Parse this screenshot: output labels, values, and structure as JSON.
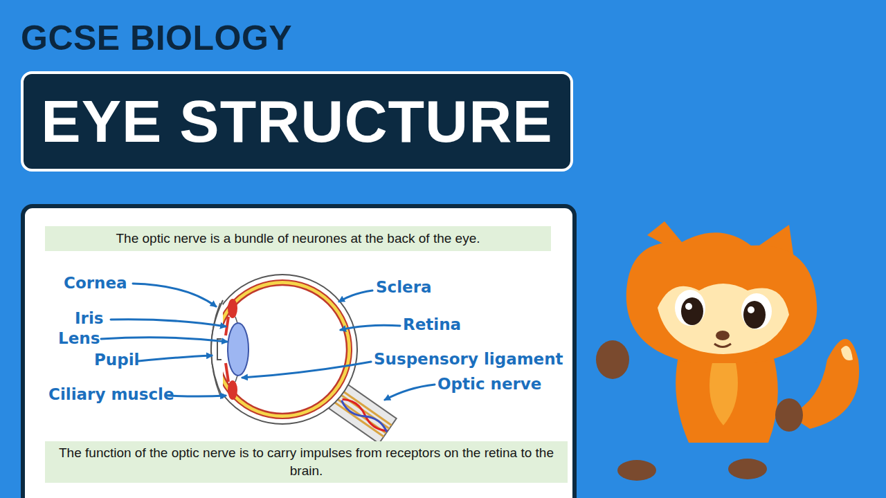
{
  "diagram": {
    "title": "GCSE BIOLOGY",
    "nodes": [
      {
        "text": [
          "EYE STRUCTURE"
        ]
      },
      {
        "text": [
          "The optic nerve is a bundle of neurones at the back of the eye."
        ]
      },
      {
        "text": [
          "The function of the optic nerve is to carry impulses from receptors on the retina to the brain."
        ]
      }
    ],
    "labels": [
      "Cornea",
      "Iris",
      "Lens",
      "Pupil",
      "Ciliary muscle",
      "Sclera",
      "Retina",
      "Suspensory ligament",
      "Optic nerve"
    ]
  }
}
